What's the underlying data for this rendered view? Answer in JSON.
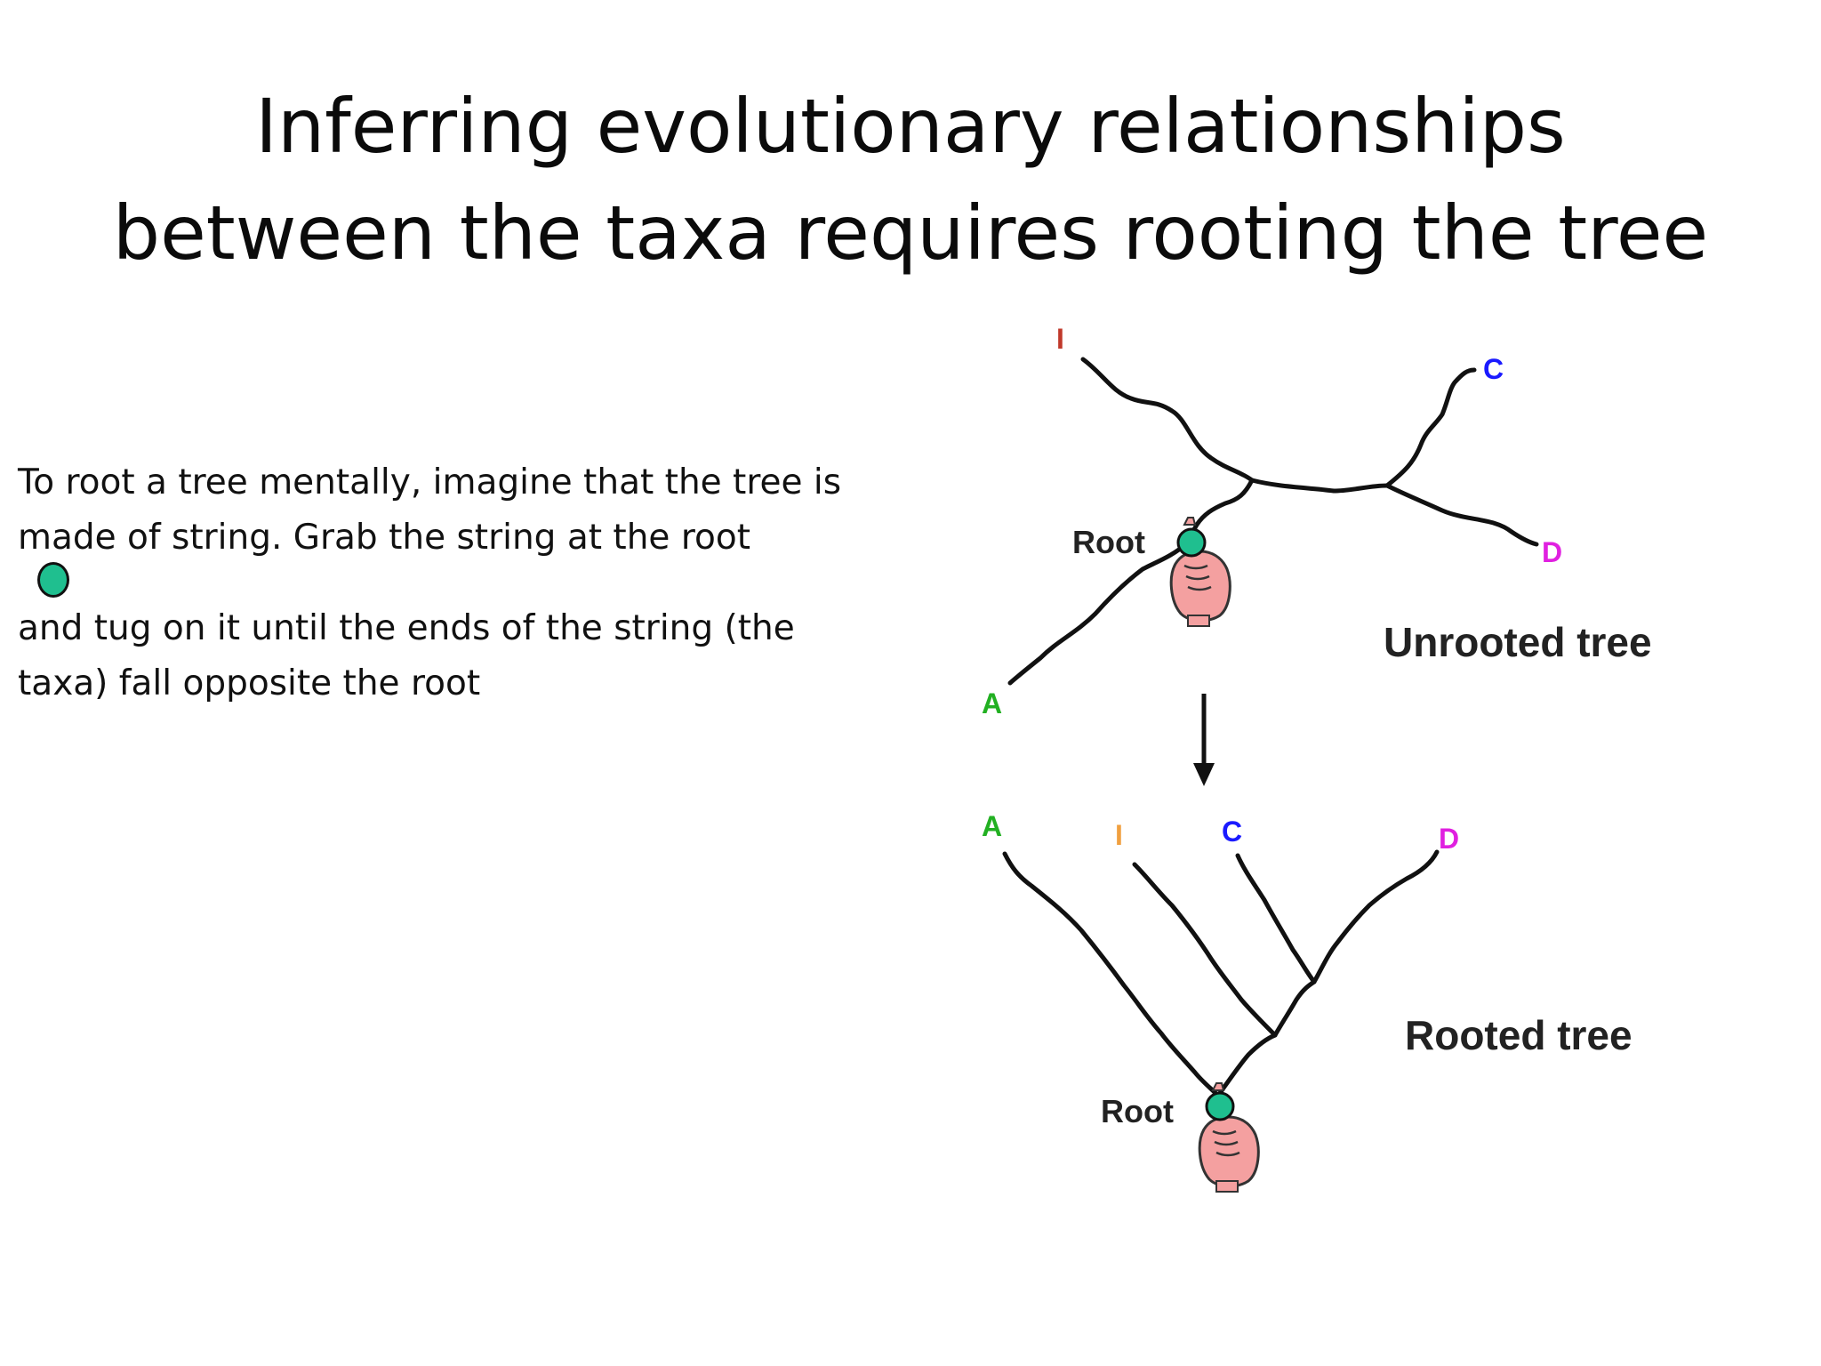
{
  "title": {
    "line1": "Inferring evolutionary relationships",
    "line2": "between the taxa requires rooting the tree"
  },
  "body": {
    "lines": [
      "To root a tree mentally, imagine that the tree is",
      "made of string. Grab the string at the root",
      "and tug on it until the ends of the string (the",
      "taxa) fall opposite the root"
    ],
    "root_marker_color": "#1fbf8f"
  },
  "diagram": {
    "unrooted": {
      "caption": "Unrooted tree",
      "root_label": "Root",
      "taxa": [
        {
          "label": "I",
          "color": "#c0392b"
        },
        {
          "label": "C",
          "color": "#1a1aff"
        },
        {
          "label": "D",
          "color": "#e020e0"
        },
        {
          "label": "A",
          "color": "#22b022"
        }
      ]
    },
    "rooted": {
      "caption": "Rooted tree",
      "root_label": "Root",
      "taxa": [
        {
          "label": "A",
          "color": "#22b022"
        },
        {
          "label": "I",
          "color": "#f0a040"
        },
        {
          "label": "C",
          "color": "#1a1aff"
        },
        {
          "label": "D",
          "color": "#e020e0"
        }
      ]
    },
    "arrow_icon": "down-arrow-icon",
    "hand_icon": "grabbing-hand-icon",
    "hand_color": "#f4a0a0"
  }
}
